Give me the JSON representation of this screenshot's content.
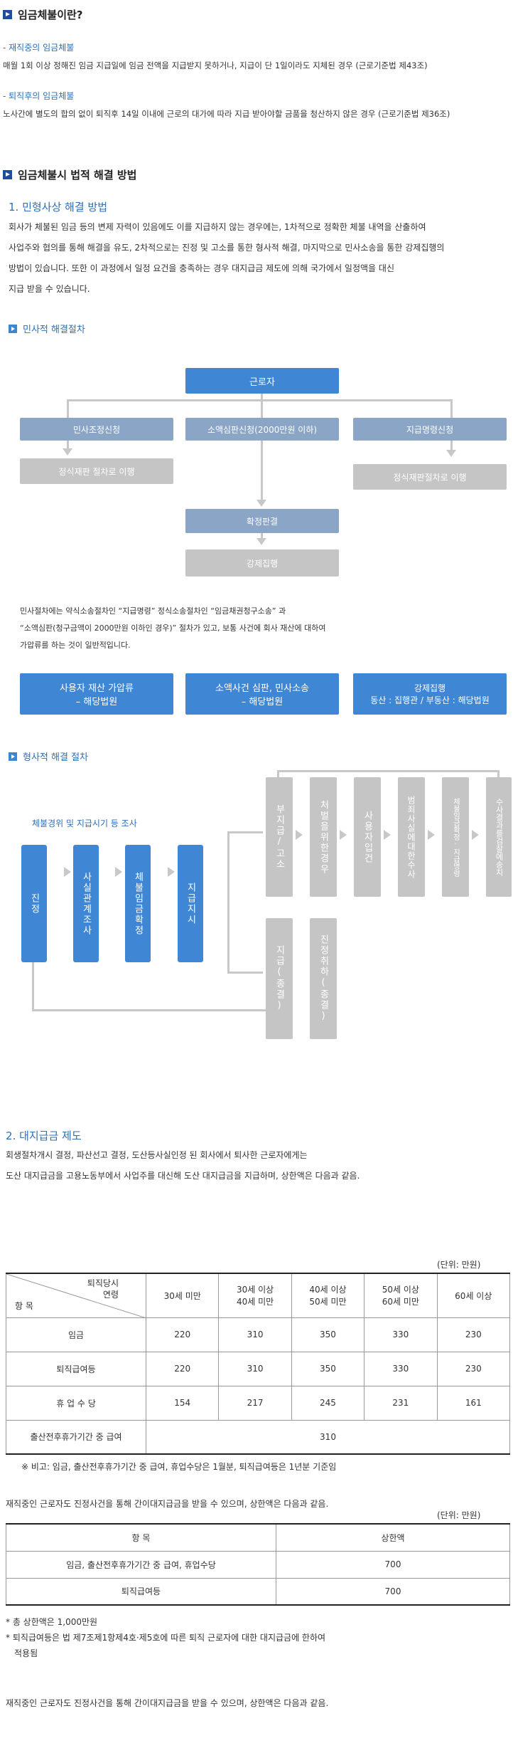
{
  "s1": {
    "title": "임금체불이란?",
    "sub1": "- 재직중의 임금체불",
    "text1": "매월 1회 이상 정해진 임금 지급일에 임금 전액을 지급받지 못하거나, 지급이 단 1일이라도 지체된 경우 (근로기준법 제43조)",
    "sub2": "- 퇴직후의 임금체불",
    "text2": "노사간에 별도의 합의 없이 퇴직후 14일 이내에 근로의 대가에 따라 지급 받아야할 금품을 청산하지 않은 경우 (근로기준법 제36조)"
  },
  "s2": {
    "title": "임금체불시 법적 해결 방법",
    "h1": "1. 민형사상 해결 방법",
    "p1": "회사가 체불된 임금 등의 변제 자력이 있음에도 이를 지급하지 않는 경우에는, 1차적으로 정확한 체불 내역을 산출하여",
    "p2": "사업주와 협의를 통해 해결을 유도, 2차적으로는 진정 및 고소를 통한 형사적 해결, 마지막으로 민사소송을 통한 강제집행의",
    "p3": "방법이 있습니다. 또한 이 과정에서 일정 요건을 충족하는 경우 대지급금 제도에 의해 국가에서 일정액을 대신",
    "p4": "지급 받을 수 있습니다."
  },
  "civil": {
    "head": "민사적 해결절차",
    "worker": "근로자",
    "mediation": "민사조정신청",
    "small_claims": "소액심판신청(2000만원 이하)",
    "payment_order": "지급명령신청",
    "formal_left": "정식재판 절차로 이행",
    "formal_right": "정식재판절차로 이행",
    "judgment": "확정판결",
    "enforcement": "강제집행",
    "note1": "민사절차에는 약식소송절차인 “지급명령” 정식소송절차인 “임금채권청구소송” 과",
    "note2": "“소액심판(청구금액이 2000만원 이하인 경우)” 절차가 있고, 보통 사건에 회사 재산에 대하여",
    "note3": "가압류를 하는 것이 일반적입니다.",
    "box1_l1": "사용자 재산 가압류",
    "box1_l2": "– 해당법원",
    "box2_l1": "소액사건 심판, 민사소송",
    "box2_l2": "– 해당법원",
    "box3_l1": "강제집행",
    "box3_l2": "동산 : 집행관 / 부동산 : 해당법원"
  },
  "criminal": {
    "head": "형사적 해결 절차",
    "investigation": "체불경위 및 지급시기 등 조사",
    "step1": "진정",
    "step2": "사실관계조사",
    "step3": "체불임금확정",
    "step4": "지급지시",
    "r1": "부지급/고소",
    "r2": "처벌을위한경우",
    "r3": "사용자입건",
    "r4": "범죄사실에대한수사",
    "r5": "체불임금확정·지급명령",
    "r6": "수사결과를검찰에송치",
    "d1": "지급(종결)",
    "d2": "진정취하(종결)"
  },
  "s3": {
    "h": "2. 대지급금 제도",
    "p1": "회생절차개시 결정, 파산선고 결정, 도산등사실인정 된 회사에서 퇴사한 근로자에게는",
    "p2": "도산 대지급금을 고용노동부에서 사업주를 대신해 도산 대지급금을 지급하며, 상한액은 다음과 같음.",
    "unit1": "(단위: 만원)",
    "corner_top": "퇴직당시",
    "corner_mid": "연령",
    "corner_bottom": "항  목",
    "cols": [
      "30세 미만",
      "30세 이상\n40세 미만",
      "40세 이상\n50세 미만",
      "50세 이상\n60세 미만",
      "60세 이상"
    ],
    "rows": [
      {
        "label": "임금",
        "values": [
          "220",
          "310",
          "350",
          "330",
          "230"
        ]
      },
      {
        "label": "퇴직급여등",
        "values": [
          "220",
          "310",
          "350",
          "330",
          "230"
        ]
      },
      {
        "label": "휴 업 수 당",
        "values": [
          "154",
          "217",
          "245",
          "231",
          "161"
        ]
      }
    ],
    "last_label": "출산전후휴가기간 중 급여",
    "last_value": "310",
    "remark": "※ 비고: 임금, 출산전후휴가기간 중 급여, 휴업수당은 1월분, 퇴직급여등은 1년분 기준임",
    "p3": "재직중인 근로자도 진정사건을 통해 간이대지급금을 받을 수 있으며, 상한액은 다음과 같음.",
    "unit2": "(단위: 만원)",
    "t2_head1": "항 목",
    "t2_head2": "상한액",
    "t2_r1_label": "임금, 출산전후휴가기간 중 급여, 휴업수당",
    "t2_r1_value": "700",
    "t2_r2_label": "퇴직급여등",
    "t2_r2_value": "700",
    "fn1": "* 총 상한액은 1,000만원",
    "fn2": "* 퇴직급여등은 법 제7조제1항제4호·제5호에 따른 퇴직 근로자에 대한 대지급금에 한하여",
    "fn3": "적용됨",
    "p4": "재직중인 근로자도 진정사건을 통해 간이대지급금을 받을 수 있으며, 상한액은 다음과 같음."
  },
  "colors": {
    "accent": "#1f4e9c",
    "blue": "#3f86d4",
    "steel": "#8aa5c5",
    "gray": "#c5c5c5"
  }
}
